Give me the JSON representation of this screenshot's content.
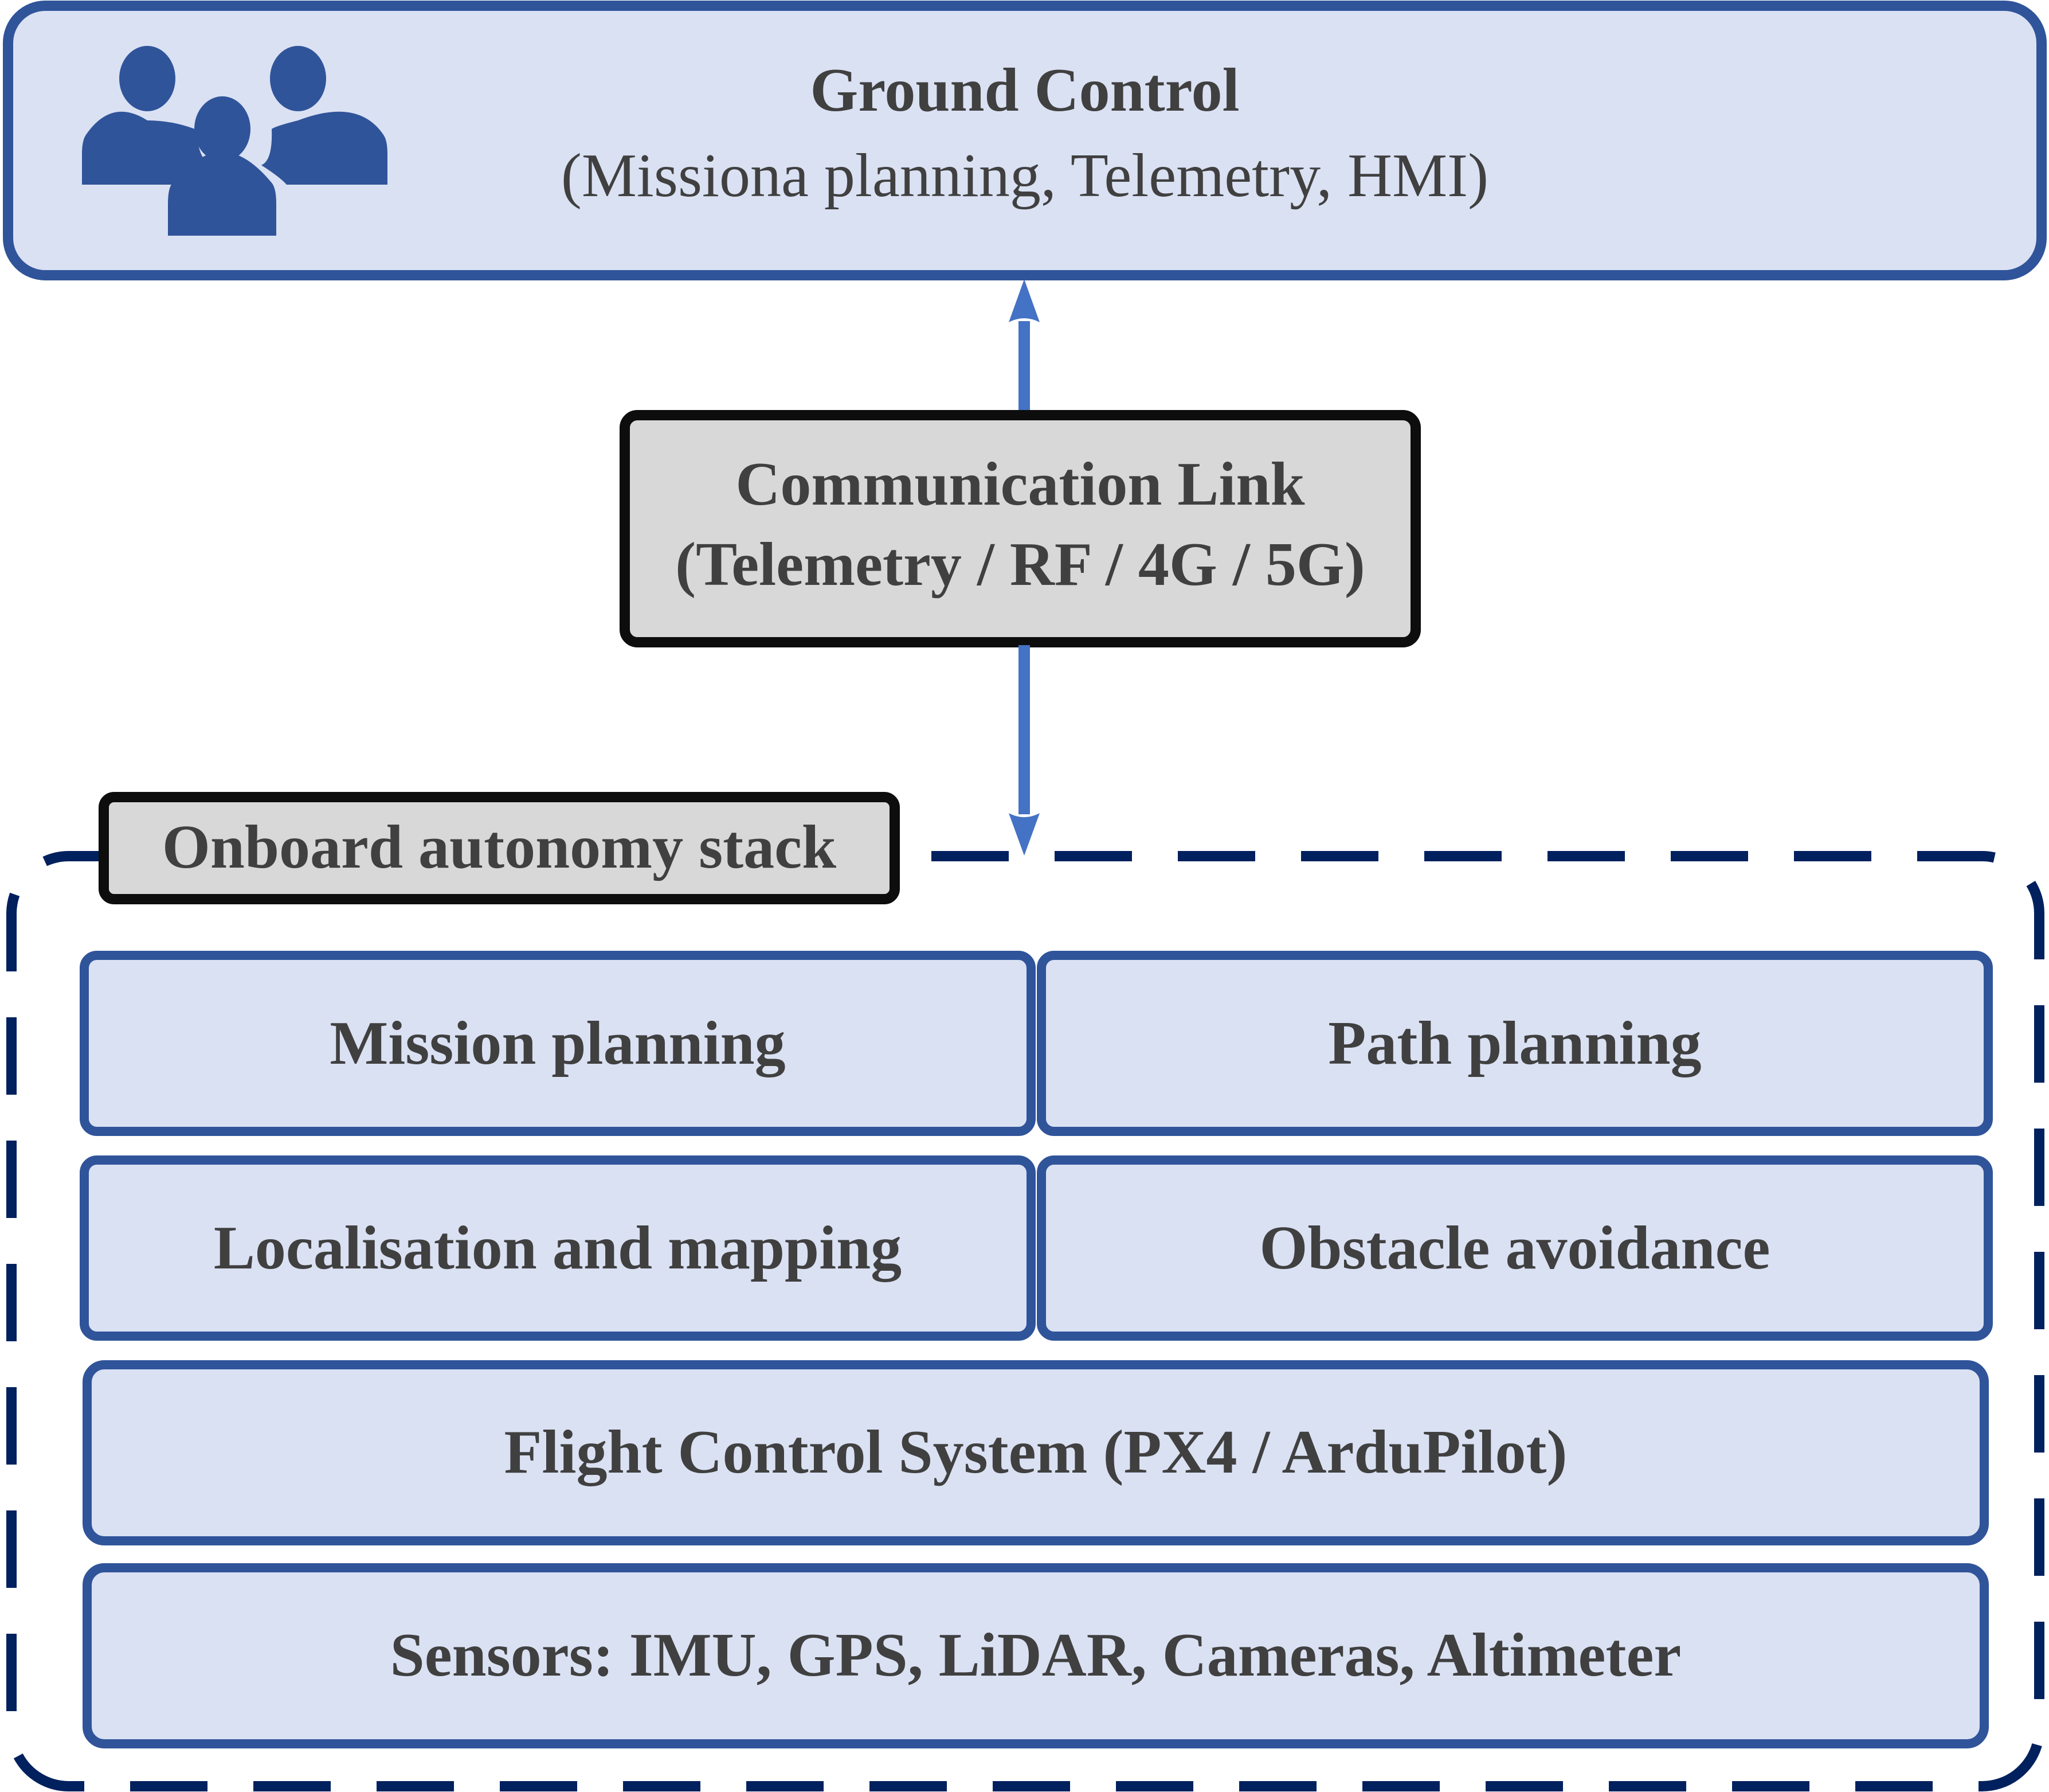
{
  "ground_control": {
    "title": "Ground Control",
    "subtitle": "(Missiona planning, Telemetry, HMI)",
    "icon": "people-group-icon"
  },
  "communication_link": {
    "title": "Communication Link",
    "subtitle": "(Telemetry / RF / 4G / 5G)"
  },
  "onboard_stack": {
    "label": "Onboard autonomy stack",
    "modules": {
      "mission_planning": "Mission planning",
      "path_planning": "Path planning",
      "localisation_mapping": "Localisation and mapping",
      "obstacle_avoidance": "Obstacle avoidance",
      "flight_control": "Flight Control System (PX4 / ArduPilot)",
      "sensors": "Sensors: IMU, GPS, LiDAR, Cameras, Altimeter"
    }
  },
  "colors": {
    "block_stroke": "#30549A",
    "block_fill": "#DAE1F3",
    "dashed_border": "#00205E",
    "arrow": "#4472C4",
    "gray_fill": "#D8D8D8",
    "black_stroke": "#0D0D0D",
    "text": "#404040"
  }
}
